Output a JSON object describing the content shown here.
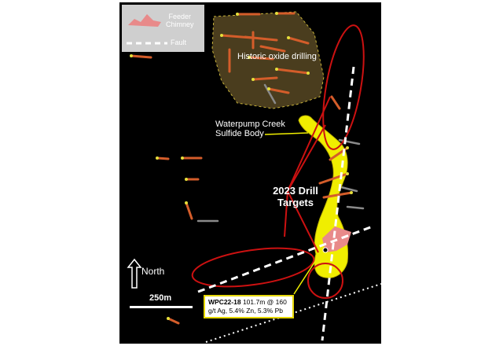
{
  "legend": {
    "feeder_label": "Feeder\nChimney",
    "fault_label": "Fault"
  },
  "labels": {
    "historic": "Historic oxide drilling",
    "sulfide": "Waterpump Creek\nSulfide Body",
    "targets": "2023 Drill\nTargets",
    "north": "North",
    "scale": "250m"
  },
  "callout": {
    "hole_id": "WPC22-18",
    "result": " 101.7m @ 160 g/t Ag, 5.4% Zn, 5.3% Pb"
  },
  "colors": {
    "map_background": "#000000",
    "sulfide_body": "#f0ee00",
    "feeder": "#e88a8a",
    "target_ellipse": "#cc1111",
    "oxide_area": "#4a3d1e",
    "drill_trace": "#d45d2a",
    "collar": "#e6df3a"
  }
}
